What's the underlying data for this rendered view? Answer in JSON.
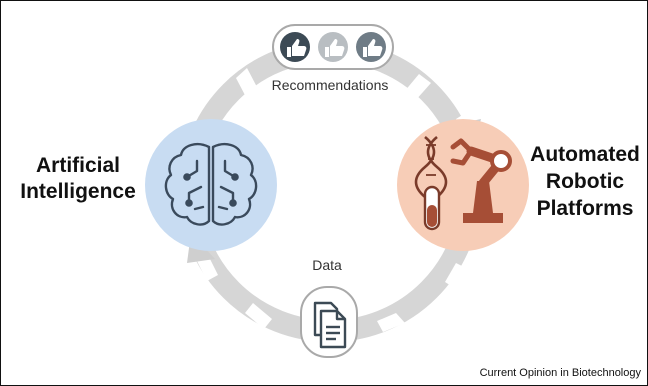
{
  "diagram": {
    "left_node": {
      "title_line1": "Artificial",
      "title_line2": "Intelligence",
      "icon": "brain-circuit-icon",
      "circle_color": "#c8dcf2"
    },
    "right_node": {
      "title_line1": "Automated",
      "title_line2": "Robotic",
      "title_line3": "Platforms",
      "icon": "robotic-arm-dna-test-tube-icon",
      "circle_color": "#f7cdb7"
    },
    "top_flow": {
      "label": "Recommendations",
      "icons": [
        "thumbs-up-icon",
        "thumbs-up-icon",
        "thumbs-up-icon"
      ]
    },
    "bottom_flow": {
      "label": "Data",
      "icon": "documents-icon"
    },
    "cycle_arrow_color": "#d3d3d3"
  },
  "footer": {
    "source": "Current Opinion in Biotechnology"
  }
}
